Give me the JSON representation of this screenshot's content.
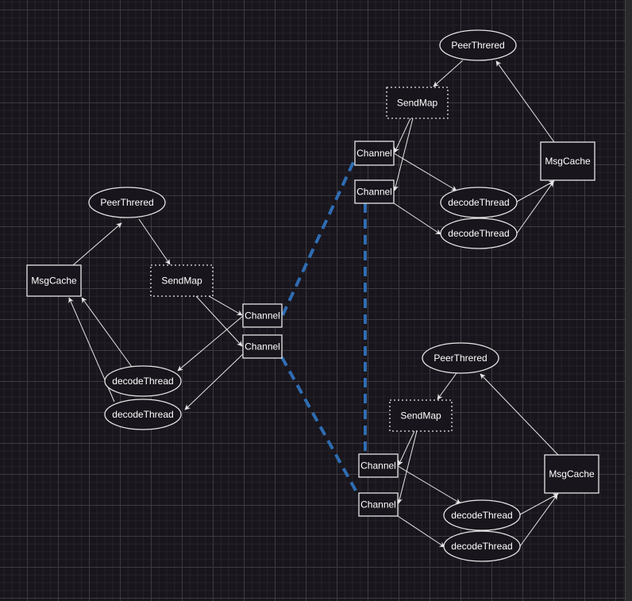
{
  "labels": {
    "peer": "PeerThrered",
    "sendmap": "SendMap",
    "msgcache": "MsgCache",
    "channel": "Channel",
    "decode": "decodeThread"
  },
  "colors": {
    "link": "#2f6db3",
    "stroke": "#e6e6e6",
    "node_fill": "#18151c"
  }
}
